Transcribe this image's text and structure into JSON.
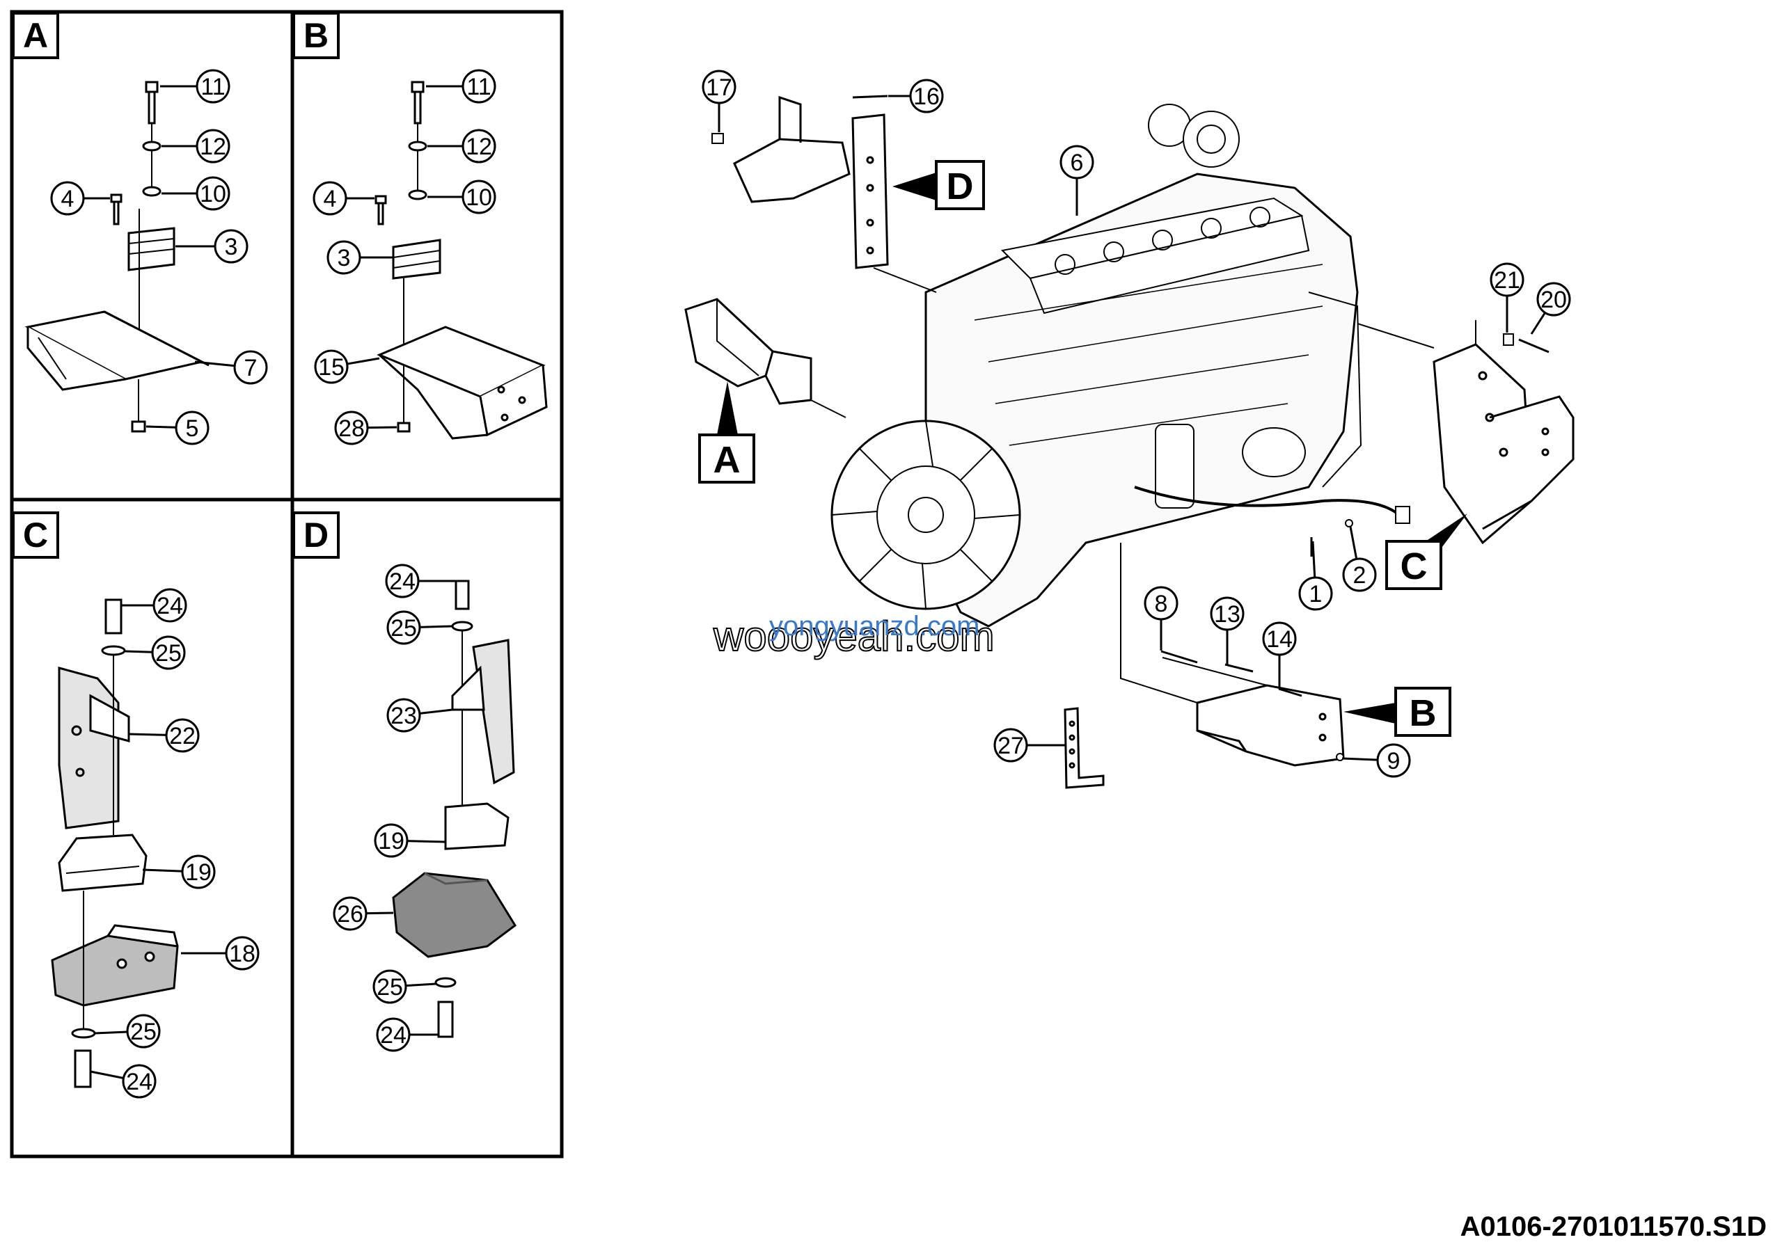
{
  "panels": [
    {
      "letter": "A"
    },
    {
      "letter": "B"
    },
    {
      "letter": "C"
    },
    {
      "letter": "D"
    }
  ],
  "main_labels": [
    {
      "letter": "A"
    },
    {
      "letter": "B"
    },
    {
      "letter": "C"
    },
    {
      "letter": "D"
    }
  ],
  "callouts": [
    {
      "id": "a11",
      "n": "11"
    },
    {
      "id": "a12",
      "n": "12"
    },
    {
      "id": "a10",
      "n": "10"
    },
    {
      "id": "a4",
      "n": "4"
    },
    {
      "id": "a3",
      "n": "3"
    },
    {
      "id": "a7",
      "n": "7"
    },
    {
      "id": "a5",
      "n": "5"
    },
    {
      "id": "b11",
      "n": "11"
    },
    {
      "id": "b12",
      "n": "12"
    },
    {
      "id": "b10",
      "n": "10"
    },
    {
      "id": "b4",
      "n": "4"
    },
    {
      "id": "b3",
      "n": "3"
    },
    {
      "id": "b15",
      "n": "15"
    },
    {
      "id": "b28",
      "n": "28"
    },
    {
      "id": "c24a",
      "n": "24"
    },
    {
      "id": "c25a",
      "n": "25"
    },
    {
      "id": "c22",
      "n": "22"
    },
    {
      "id": "c19",
      "n": "19"
    },
    {
      "id": "c18",
      "n": "18"
    },
    {
      "id": "c25b",
      "n": "25"
    },
    {
      "id": "c24b",
      "n": "24"
    },
    {
      "id": "d24a",
      "n": "24"
    },
    {
      "id": "d25a",
      "n": "25"
    },
    {
      "id": "d23",
      "n": "23"
    },
    {
      "id": "d19",
      "n": "19"
    },
    {
      "id": "d26",
      "n": "26"
    },
    {
      "id": "d25b",
      "n": "25"
    },
    {
      "id": "d24b",
      "n": "24"
    },
    {
      "id": "m17",
      "n": "17"
    },
    {
      "id": "m16",
      "n": "16"
    },
    {
      "id": "m6",
      "n": "6"
    },
    {
      "id": "m21",
      "n": "21"
    },
    {
      "id": "m20",
      "n": "20"
    },
    {
      "id": "m1",
      "n": "1"
    },
    {
      "id": "m2",
      "n": "2"
    },
    {
      "id": "m8",
      "n": "8"
    },
    {
      "id": "m13",
      "n": "13"
    },
    {
      "id": "m14",
      "n": "14"
    },
    {
      "id": "m27",
      "n": "27"
    },
    {
      "id": "m9",
      "n": "9"
    }
  ],
  "watermark": {
    "primary": "woooyeah.com",
    "secondary": "yongyuanzd.com"
  },
  "document_id": "A0106-2701011570.S1D"
}
